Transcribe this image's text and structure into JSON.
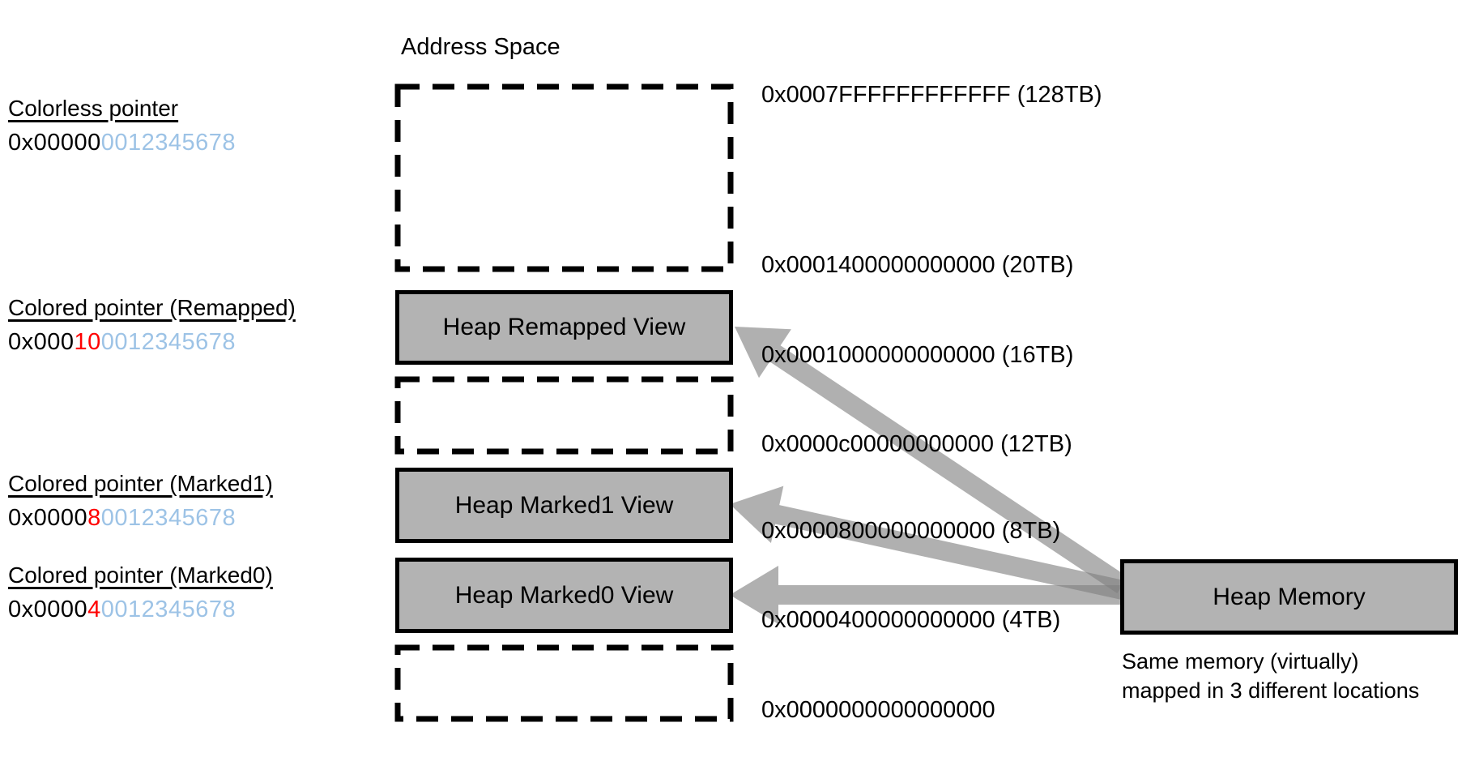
{
  "diagram_title": "Address Space",
  "pointers": [
    {
      "label": "Colorless pointer",
      "segments": [
        {
          "text": "0x00000",
          "color": "black"
        },
        {
          "text": "0012345678",
          "color": "blue"
        }
      ]
    },
    {
      "label": "Colored pointer (Remapped)",
      "segments": [
        {
          "text": "0x000",
          "color": "black"
        },
        {
          "text": "10",
          "color": "red"
        },
        {
          "text": "0012345678",
          "color": "blue"
        }
      ]
    },
    {
      "label": "Colored pointer (Marked1)",
      "segments": [
        {
          "text": "0x0000",
          "color": "black"
        },
        {
          "text": "8",
          "color": "red"
        },
        {
          "text": "0012345678",
          "color": "blue"
        }
      ]
    },
    {
      "label": "Colored pointer (Marked0)",
      "segments": [
        {
          "text": "0x0000",
          "color": "black"
        },
        {
          "text": "4",
          "color": "red"
        },
        {
          "text": "0012345678",
          "color": "blue"
        }
      ]
    }
  ],
  "address_space": {
    "regions": [
      {
        "name": "unmapped-top",
        "type": "dashed",
        "label": ""
      },
      {
        "name": "heap-remapped-view",
        "type": "mapped",
        "label": "Heap Remapped View"
      },
      {
        "name": "unmapped-middle",
        "type": "dashed",
        "label": ""
      },
      {
        "name": "heap-marked1-view",
        "type": "mapped",
        "label": "Heap Marked1 View"
      },
      {
        "name": "heap-marked0-view",
        "type": "mapped",
        "label": "Heap Marked0 View"
      },
      {
        "name": "unmapped-bottom",
        "type": "dashed",
        "label": ""
      }
    ]
  },
  "address_labels": [
    "0x0007FFFFFFFFFFFF (128TB)",
    "0x0001400000000000 (20TB)",
    "0x0001000000000000 (16TB)",
    "0x0000c00000000000 (12TB)",
    "0x0000800000000000 (8TB)",
    "0x0000400000000000 (4TB)",
    "0x0000000000000000"
  ],
  "heap_memory": {
    "label": "Heap Memory",
    "caption_line1": "Same memory (virtually)",
    "caption_line2": "mapped in 3 different locations"
  },
  "arrows": [
    {
      "from": "heap-memory",
      "to": "heap-remapped-view"
    },
    {
      "from": "heap-memory",
      "to": "heap-marked1-view"
    },
    {
      "from": "heap-memory",
      "to": "heap-marked0-view"
    }
  ],
  "colors": {
    "pointer_blue": "#9DC3E6",
    "pointer_red": "#FF0000",
    "box_fill": "#B3B3B3",
    "arrow_gray": "#808080"
  }
}
